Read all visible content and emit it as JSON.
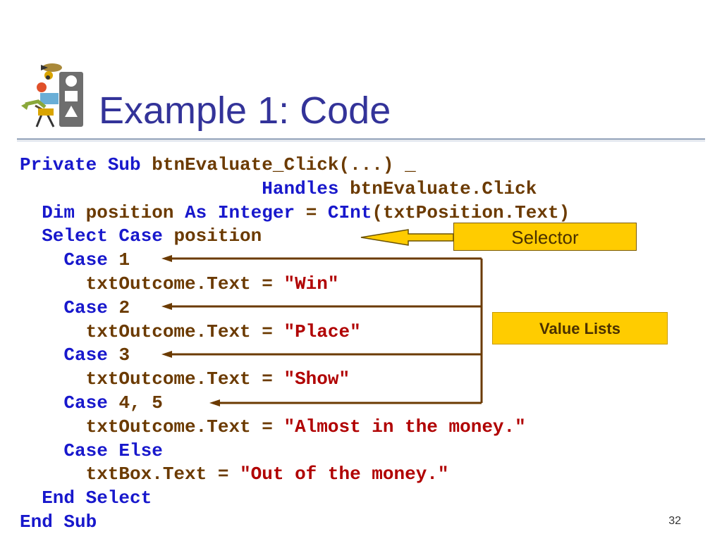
{
  "slide": {
    "title": "Example 1: Code",
    "page_number": "32"
  },
  "code": {
    "lines": [
      [
        {
          "t": "Private Sub ",
          "c": "kw"
        },
        {
          "t": "btnEvaluate_Click(...) _",
          "c": "id"
        }
      ],
      [
        {
          "t": "                      ",
          "c": "id"
        },
        {
          "t": "Handles ",
          "c": "kw"
        },
        {
          "t": "btnEvaluate.Click",
          "c": "id"
        }
      ],
      [
        {
          "t": "  Dim ",
          "c": "kw"
        },
        {
          "t": "position ",
          "c": "id"
        },
        {
          "t": "As Integer ",
          "c": "kw"
        },
        {
          "t": "= ",
          "c": "id"
        },
        {
          "t": "CInt",
          "c": "kw"
        },
        {
          "t": "(txtPosition.Text)",
          "c": "id"
        }
      ],
      [
        {
          "t": "  Select Case ",
          "c": "kw"
        },
        {
          "t": "position",
          "c": "id"
        }
      ],
      [
        {
          "t": "    Case ",
          "c": "kw"
        },
        {
          "t": "1",
          "c": "id"
        }
      ],
      [
        {
          "t": "      txtOutcome.Text = ",
          "c": "id"
        },
        {
          "t": "\"Win\"",
          "c": "str"
        }
      ],
      [
        {
          "t": "    Case ",
          "c": "kw"
        },
        {
          "t": "2",
          "c": "id"
        }
      ],
      [
        {
          "t": "      txtOutcome.Text = ",
          "c": "id"
        },
        {
          "t": "\"Place\"",
          "c": "str"
        }
      ],
      [
        {
          "t": "    Case ",
          "c": "kw"
        },
        {
          "t": "3",
          "c": "id"
        }
      ],
      [
        {
          "t": "      txtOutcome.Text = ",
          "c": "id"
        },
        {
          "t": "\"Show\"",
          "c": "str"
        }
      ],
      [
        {
          "t": "    Case ",
          "c": "kw"
        },
        {
          "t": "4, 5",
          "c": "id"
        }
      ],
      [
        {
          "t": "      txtOutcome.Text = ",
          "c": "id"
        },
        {
          "t": "\"Almost in the money.\"",
          "c": "str"
        }
      ],
      [
        {
          "t": "    Case Else",
          "c": "kw"
        }
      ],
      [
        {
          "t": "      txtBox.Text = ",
          "c": "id"
        },
        {
          "t": "\"Out of the money.\"",
          "c": "str"
        }
      ],
      [
        {
          "t": "  End Select",
          "c": "kw"
        }
      ],
      [
        {
          "t": "End Sub",
          "c": "kw"
        }
      ]
    ]
  },
  "callouts": {
    "selector": "Selector",
    "value_lists": "Value Lists"
  },
  "colors": {
    "title": "#333399",
    "keyword": "#1818cc",
    "identifier": "#6b3a00",
    "string": "#b00000",
    "callout_fill": "#ffcc00",
    "arrow_brown": "#6b3a00"
  },
  "icons": {
    "logo": "people-shapes-logo-icon"
  }
}
